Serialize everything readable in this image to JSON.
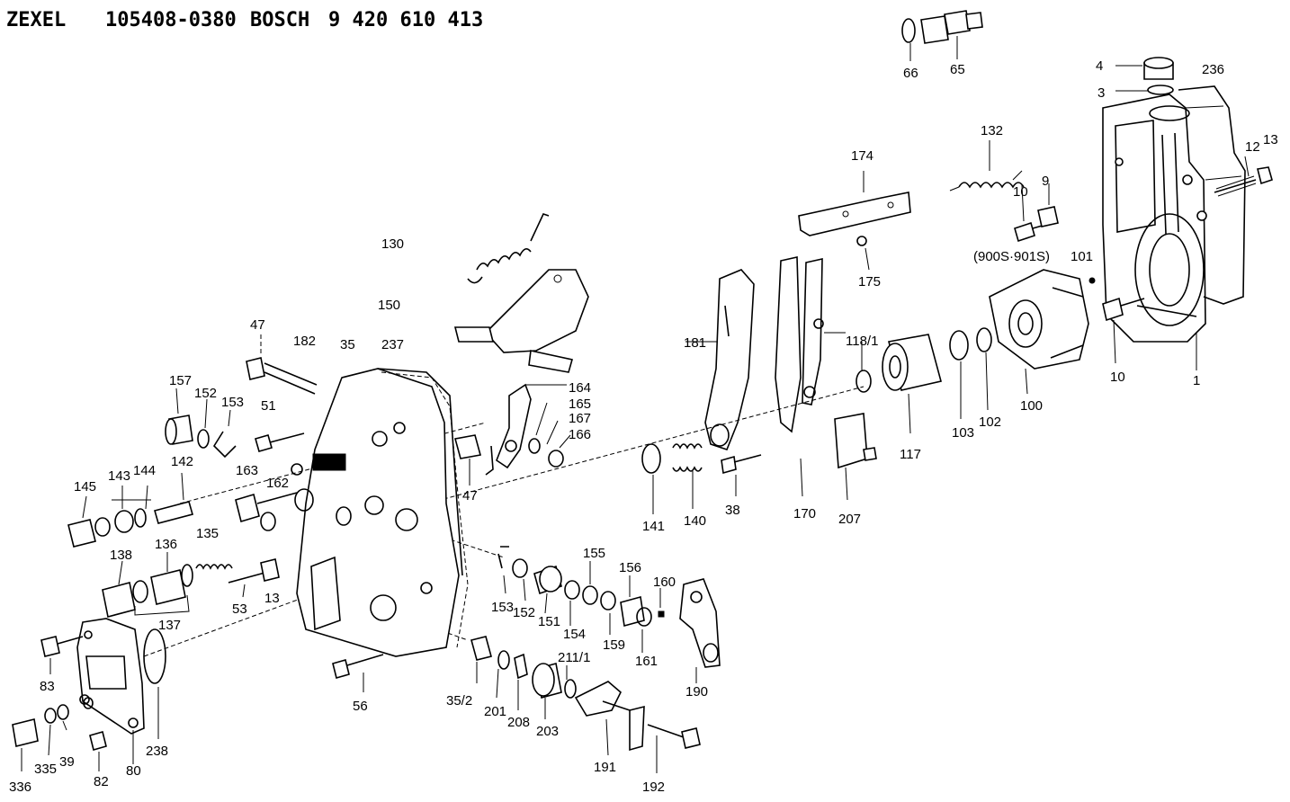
{
  "header": {
    "maker": "ZEXEL",
    "maker_number": "105408-0380",
    "brand": "BOSCH",
    "brand_number": "9 420 610 413"
  },
  "callouts": [
    "66",
    "65",
    "4",
    "3",
    "236",
    "132",
    "174",
    "12",
    "13",
    "10",
    "9",
    "(900S·901S)",
    "101",
    "130",
    "150",
    "175",
    "118/1",
    "181",
    "47",
    "182",
    "35",
    "237",
    "157",
    "152",
    "153",
    "51",
    "164",
    "165",
    "167",
    "166",
    "145",
    "143",
    "144",
    "142",
    "163",
    "162",
    "47",
    "141",
    "140",
    "38",
    "170",
    "207",
    "117",
    "103",
    "102",
    "100",
    "10",
    "1",
    "138",
    "136",
    "135",
    "137",
    "53",
    "13",
    "153",
    "152",
    "151",
    "154",
    "155",
    "156",
    "160",
    "159",
    "161",
    "190",
    "83",
    "56",
    "35/2",
    "201",
    "208",
    "203",
    "211/1",
    "191",
    "192",
    "336",
    "335",
    "39",
    "82",
    "80",
    "238"
  ],
  "colors": {
    "ink": "#000000",
    "paper": "#ffffff"
  }
}
